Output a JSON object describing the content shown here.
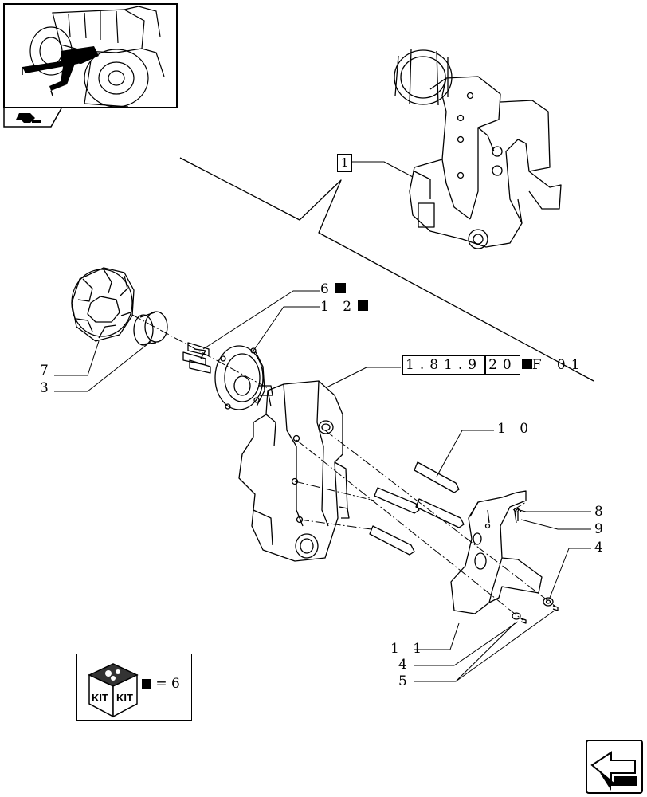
{
  "diagram": {
    "top_ref": "1",
    "ref_code": {
      "boxed_main": "1.81.9",
      "boxed_sub": "20",
      "tail": "F 01"
    },
    "callouts": {
      "c6": "6",
      "c12": "1 2",
      "c7": "7",
      "c3": "3",
      "c10": "1 0",
      "c8": "8",
      "c9": "9",
      "c4a": "4",
      "c11": "1 1",
      "c4b": "4",
      "c5": "5"
    },
    "kit": {
      "label": "KIT",
      "equals_value": "= 6"
    }
  },
  "icons": [
    "tractor-thumbnail-icon",
    "kit-box-icon",
    "page-nav-arrow-icon",
    "square-marker-icon"
  ]
}
